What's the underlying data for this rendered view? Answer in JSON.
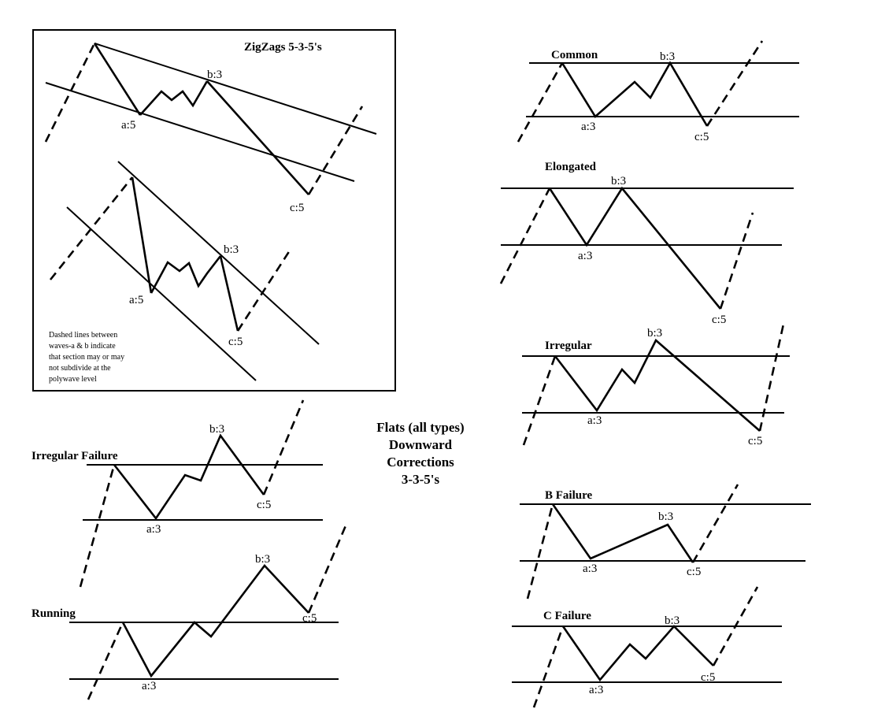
{
  "zigzag": {
    "title": "ZigZags 5-3-5's",
    "top": {
      "a": "a:5",
      "b": "b:3",
      "c": "c:5"
    },
    "bottom": {
      "a": "a:5",
      "b": "b:3",
      "c": "c:5"
    },
    "note": [
      "Dashed lines between",
      "waves-a & b indicate",
      "that section may or may",
      "not subdivide at the",
      "polywave level"
    ]
  },
  "flats_heading": [
    "Flats (all types)",
    "Downward",
    "Corrections",
    "3-3-5's"
  ],
  "patterns": {
    "common": {
      "title": "Common",
      "a": "a:3",
      "b": "b:3",
      "c": "c:5"
    },
    "elongated": {
      "title": "Elongated",
      "a": "a:3",
      "b": "b:3",
      "c": "c:5"
    },
    "irregular": {
      "title": "Irregular",
      "a": "a:3",
      "b": "b:3",
      "c": "c:5"
    },
    "b_failure": {
      "title": "B Failure",
      "a": "a:3",
      "b": "b:3",
      "c": "c:5"
    },
    "c_failure": {
      "title": "C Failure",
      "a": "a:3",
      "b": "b:3",
      "c": "c:5"
    },
    "irregular_failure": {
      "title": "Irregular Failure",
      "a": "a:3",
      "b": "b:3",
      "c": "c:5"
    },
    "running": {
      "title": "Running",
      "a": "a:3",
      "b": "b:3",
      "c": "c:5"
    }
  }
}
